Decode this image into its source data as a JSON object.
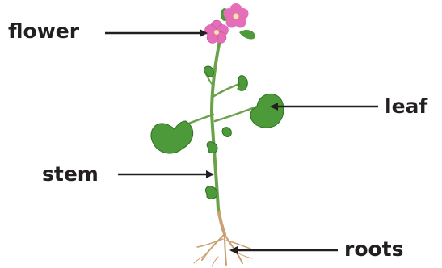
{
  "labels": {
    "flower": "flower",
    "leaf": "leaf",
    "stem": "stem",
    "roots": "roots"
  },
  "colors": {
    "text": "#231f20",
    "arrow": "#231f20",
    "petal": "#e46fb8",
    "petal_dark": "#c44596",
    "flower_center": "#f5e3a0",
    "leaf": "#4c9a3a",
    "leaf_dark": "#2f6f25",
    "stem": "#6aa24a",
    "root": "#c9a071"
  }
}
